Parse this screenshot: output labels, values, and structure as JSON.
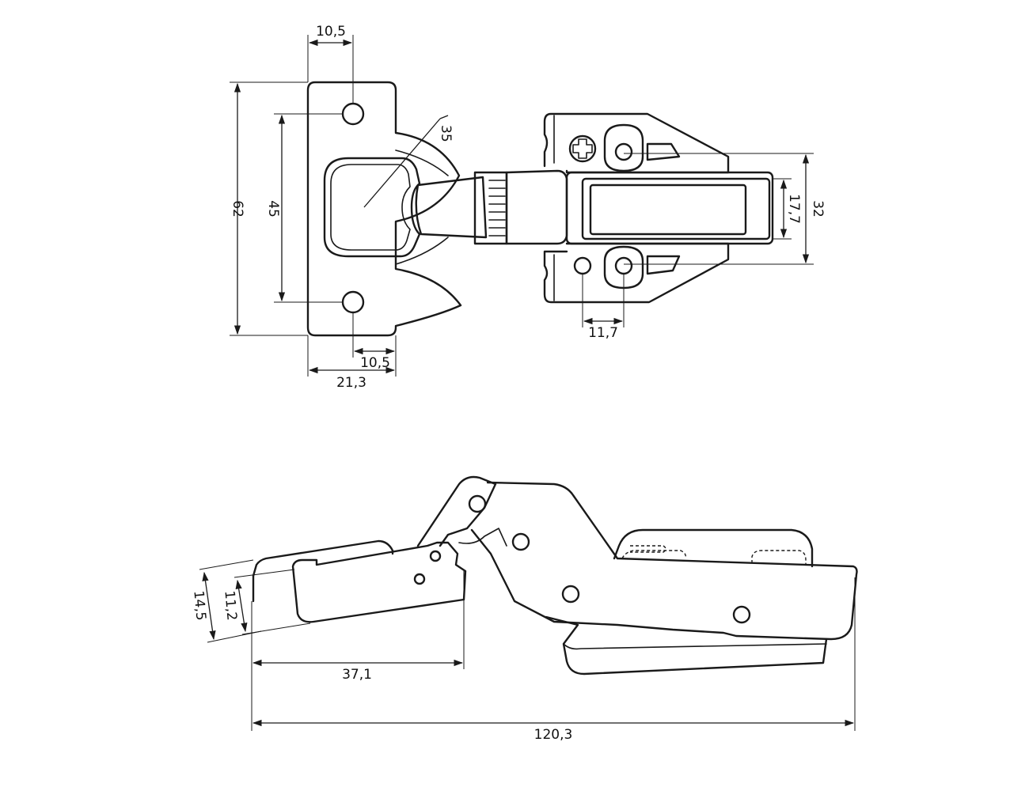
{
  "colors": {
    "line": "#1a1a1a",
    "background": "#ffffff"
  },
  "top_view": {
    "dim_top_hole_offset": "10,5",
    "dim_total_height": "62",
    "dim_hole_spacing": "45",
    "dim_cup_diameter": "35",
    "dim_bottom_hole_offset": "10,5",
    "dim_plate_width": "21,3",
    "dim_mount_hole_spacing": "11,7",
    "dim_arm_width": "17,7",
    "dim_mount_plate_height": "32"
  },
  "side_view": {
    "dim_cup_height": "14,5",
    "dim_cup_depth": "11,2",
    "dim_cup_length": "37,1",
    "dim_overall_length": "120,3"
  }
}
